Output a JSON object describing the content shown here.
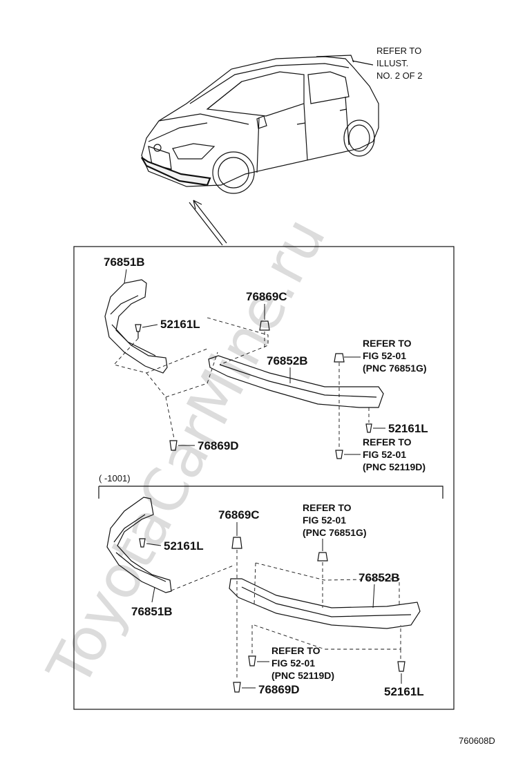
{
  "watermark": "ToyotaCarMine.ru",
  "car_note": [
    "REFER TO",
    "ILLUST.",
    "NO. 2 OF 2"
  ],
  "upper": {
    "part_76851B": "76851B",
    "part_76869C": "76869C",
    "part_52161L_a": "52161L",
    "part_76852B": "76852B",
    "refer_a": [
      "REFER TO",
      "FIG 52-01",
      "(PNC 76851G)"
    ],
    "part_52161L_b": "52161L",
    "refer_b": [
      "REFER TO",
      "FIG 52-01",
      "(PNC 52119D)"
    ],
    "part_76869D": "76869D"
  },
  "lower": {
    "range_note": "(      -1001)",
    "part_76869C": "76869C",
    "refer_a": [
      "REFER TO",
      "FIG 52-01",
      "(PNC 76851G)"
    ],
    "part_52161L_a": "52161L",
    "part_76852B": "76852B",
    "part_76851B": "76851B",
    "refer_b": [
      "REFER TO",
      "FIG 52-01",
      "(PNC 52119D)"
    ],
    "part_76869D": "76869D",
    "part_52161L_b": "52161L"
  },
  "diagram_code": "760608D"
}
